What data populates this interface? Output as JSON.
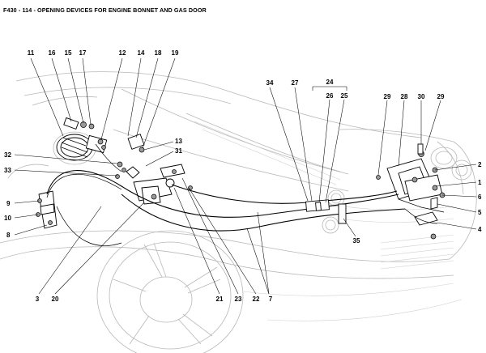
{
  "header": {
    "title": "F430 - 114 - OPENING DEVICES FOR ENGINE BONNET AND GAS DOOR"
  },
  "callouts": {
    "c1": "1",
    "c2": "2",
    "c3": "3",
    "c4": "4",
    "c5": "5",
    "c6": "6",
    "c7": "7",
    "c8": "8",
    "c9": "9",
    "c10": "10",
    "c11": "11",
    "c12": "12",
    "c13": "13",
    "c14": "14",
    "c15": "15",
    "c16": "16",
    "c17": "17",
    "c18": "18",
    "c19": "19",
    "c20": "20",
    "c21": "21",
    "c22": "22",
    "c23": "23",
    "c24": "24",
    "c25": "25",
    "c26": "26",
    "c27": "27",
    "c28": "28",
    "c29a": "29",
    "c29b": "29",
    "c30": "30",
    "c31": "31",
    "c32": "32",
    "c33": "33",
    "c34": "34",
    "c35": "35"
  }
}
